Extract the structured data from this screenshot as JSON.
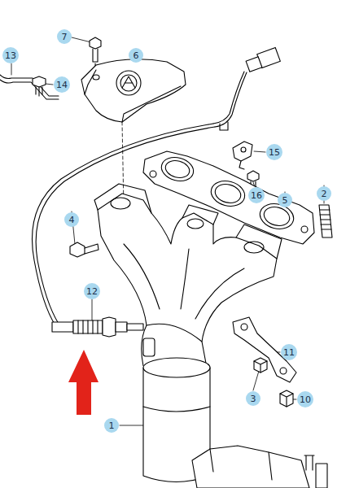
{
  "diagram": {
    "nodes": [
      {
        "text": [
          "7"
        ]
      },
      {
        "text": [
          "6"
        ]
      },
      {
        "text": [
          "13"
        ]
      },
      {
        "text": [
          "14"
        ]
      },
      {
        "text": [
          "15"
        ]
      },
      {
        "text": [
          "16"
        ]
      },
      {
        "text": [
          "2"
        ]
      },
      {
        "text": [
          "5"
        ]
      },
      {
        "text": [
          "4"
        ]
      },
      {
        "text": [
          "12"
        ]
      },
      {
        "text": [
          "11"
        ]
      },
      {
        "text": [
          "3"
        ]
      },
      {
        "text": [
          "10"
        ]
      },
      {
        "text": [
          "1"
        ]
      }
    ]
  }
}
